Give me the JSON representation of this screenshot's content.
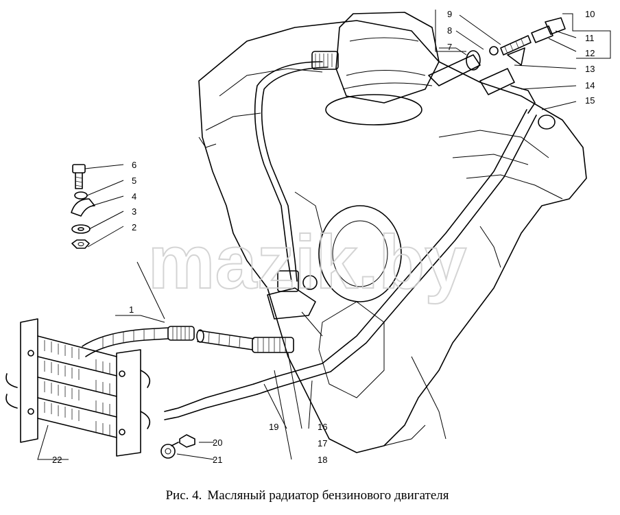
{
  "caption": {
    "fig": "Рис. 4.",
    "title": "Масляный радиатор бензинового двигателя"
  },
  "watermark": "mazik.by",
  "callouts": [
    "1",
    "2",
    "3",
    "4",
    "5",
    "6",
    "7",
    "8",
    "9",
    "10",
    "11",
    "12",
    "13",
    "14",
    "15",
    "16",
    "17",
    "18",
    "19",
    "20",
    "21",
    "22"
  ]
}
